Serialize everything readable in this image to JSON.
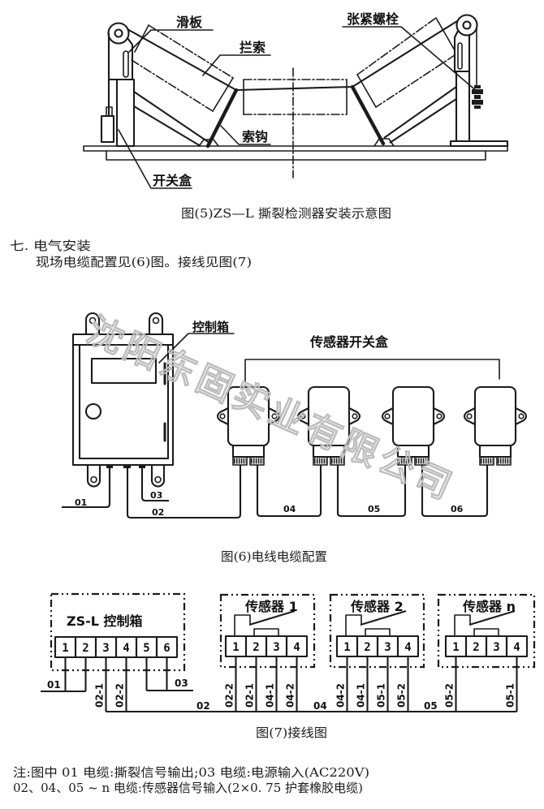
{
  "figure5": {
    "labels": {
      "slide_plate": "滑板",
      "rope": "拦索",
      "tension_bolt": "张紧螺栓",
      "rope_hook": "索钩",
      "switch_box": "开关盒"
    },
    "caption": "图(5)ZS—L 撕裂检测器安装示意图"
  },
  "section": {
    "heading": "七. 电气安装",
    "text": "现场电缆配置见(6)图。接线见图(7)"
  },
  "figure6": {
    "control_box_label": "控制箱",
    "sensor_group_label": "传感器开关盒",
    "cables": [
      "01",
      "02",
      "03",
      "04",
      "05",
      "06"
    ],
    "caption": "图(6)电线电缆配置"
  },
  "figure7": {
    "controller": {
      "title": "ZS-L 控制箱",
      "terminals": [
        "1",
        "2",
        "3",
        "4",
        "5",
        "6"
      ],
      "wires": [
        "02-1",
        "02-2"
      ]
    },
    "cable_labels": {
      "c01": "01",
      "c02": "02",
      "c03": "03",
      "c04": "04",
      "c05": "05"
    },
    "sensors": [
      {
        "title": "传感器 1",
        "terminals": [
          "1",
          "2",
          "3",
          "4"
        ],
        "wires": [
          "02-2",
          "02-1",
          "04-1",
          "04-2"
        ]
      },
      {
        "title": "传感器 2",
        "terminals": [
          "1",
          "2",
          "3",
          "4"
        ],
        "wires": [
          "04-2",
          "04-1",
          "05-1",
          "05-2"
        ]
      },
      {
        "title": "传感器 n",
        "terminals": [
          "1",
          "2",
          "3",
          "4"
        ],
        "wires": [
          "05-2",
          "05-1"
        ]
      }
    ],
    "caption": "图(7)接线图"
  },
  "notes": {
    "line1": "注:图中 01 电缆:撕裂信号输出;03 电缆:电源输入(AC220V)",
    "line2": "02、04、05 ~ n 电缆:传感器信号输入(2×0. 75 护套橡胶电缆)"
  },
  "watermark": "沈阳东固实业有限公司"
}
